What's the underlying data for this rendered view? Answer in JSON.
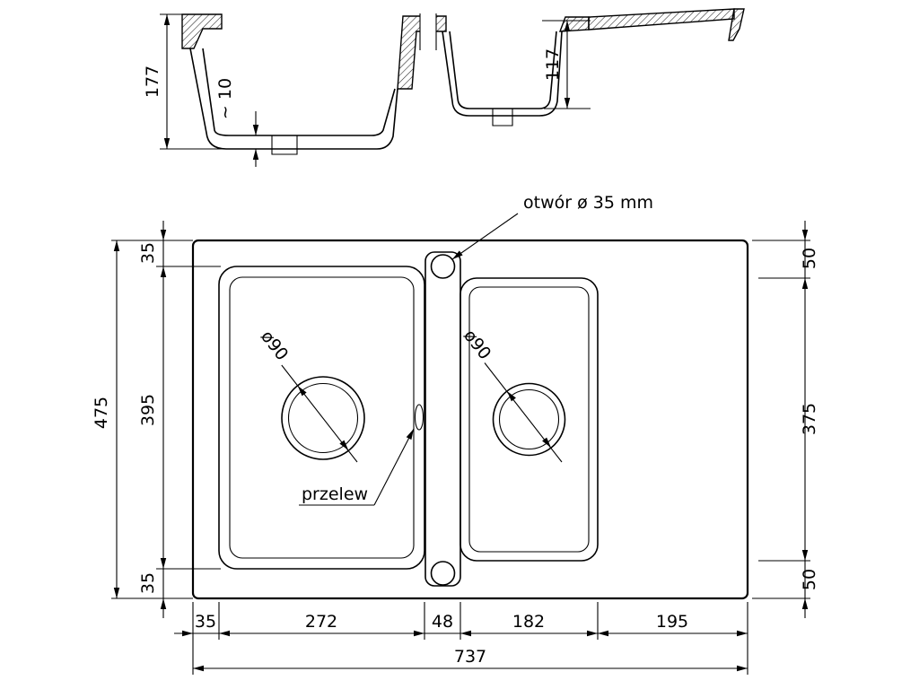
{
  "drawing": {
    "annotations": {
      "hole_note": "otwór ø 35 mm",
      "overflow_label": "przelew",
      "drain_diameter_left": "ø90",
      "drain_diameter_right": "ø90"
    },
    "section_dims": {
      "main_bowl_depth": "177",
      "bottom_thickness": "~ 10",
      "small_bowl_depth": "117"
    },
    "plan_dims": {
      "overall_height": "475",
      "left_margin_top": "35",
      "bowl_height": "395",
      "left_margin_bottom": "35",
      "right_margin_top": "50",
      "small_bowl_height": "375",
      "right_margin_bottom": "50",
      "bottom_left_margin": "35",
      "main_bowl_width": "272",
      "channel_width": "48",
      "small_bowl_width": "182",
      "drainer_width": "195",
      "overall_width": "737"
    },
    "colors": {
      "line": "#000000",
      "background": "#ffffff"
    }
  }
}
